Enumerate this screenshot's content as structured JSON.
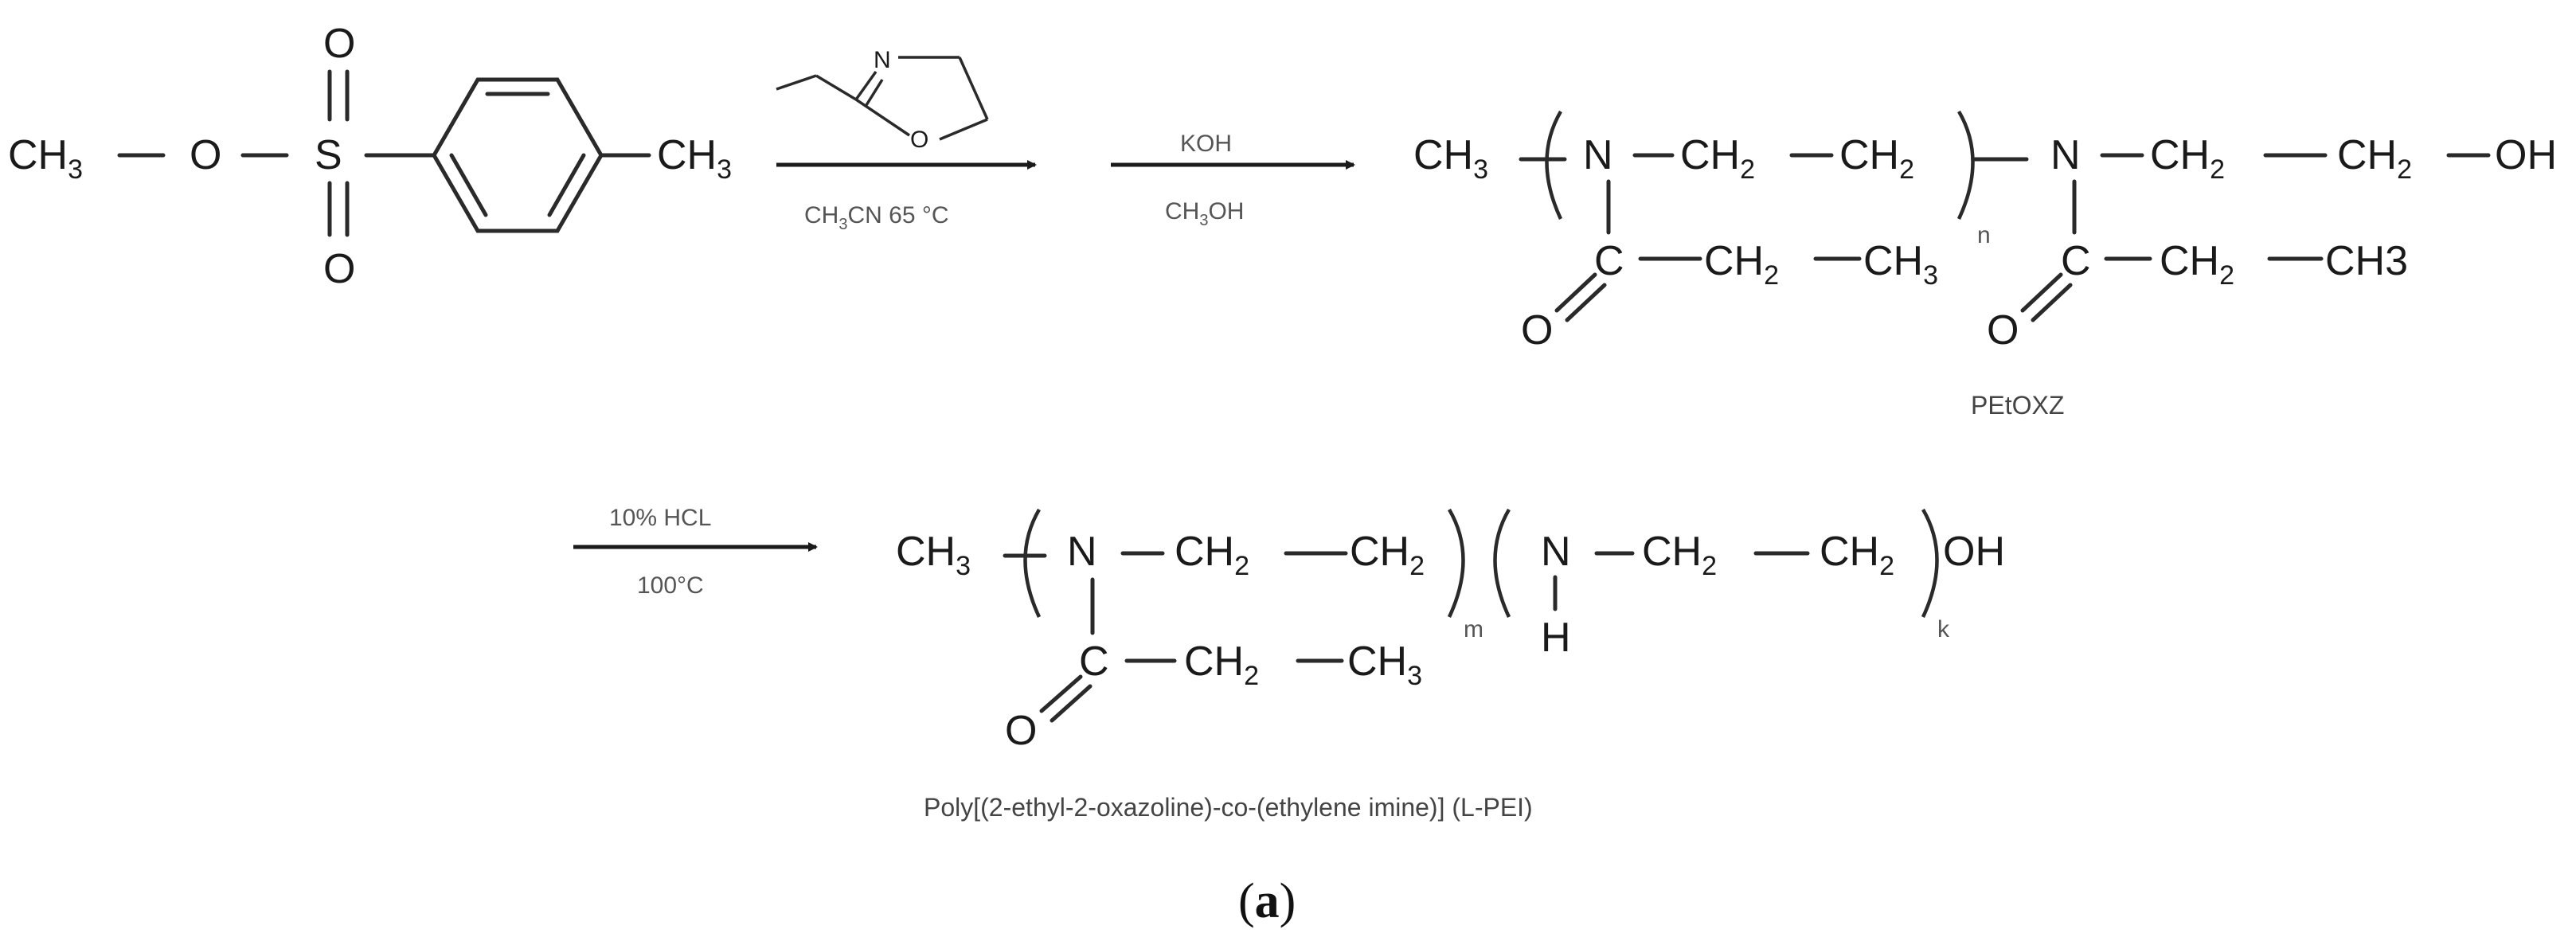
{
  "reagent_1": {
    "ch3_left": "CH",
    "ch3_left_sub": "3",
    "o_ester": "O",
    "s": "S",
    "o_top": "O",
    "o_bottom": "O",
    "ch3_right": "CH",
    "ch3_right_sub": "3"
  },
  "oxazoline": {
    "n": "N",
    "o": "O"
  },
  "step1": {
    "below_a": "CH",
    "below_sub": "3",
    "below_b": "CN 65 °C"
  },
  "step2": {
    "above": "KOH",
    "below_a": "CH",
    "below_sub": "3",
    "below_b": "OH"
  },
  "step3": {
    "above": "10% HCL",
    "below": "100°C"
  },
  "pet_oxz": {
    "ch3": "CH",
    "ch3_sub": "3",
    "n1": "N",
    "ch2_a": "CH",
    "ch2_a_sub": "2",
    "ch2_b": "CH",
    "ch2_b_sub": "2",
    "n2": "N",
    "ch2_c": "CH",
    "ch2_c_sub": "2",
    "ch2_d": "CH",
    "ch2_d_sub": "2",
    "oh": "OH",
    "c1": "C",
    "ch2_e": "CH",
    "ch2_e_sub": "2",
    "ch3_e": "CH",
    "ch3_e_sub": "3",
    "o1": "O",
    "c2": "C",
    "ch2_f": "CH",
    "ch2_f_sub": "2",
    "ch3_f": "CH3",
    "o2": "O",
    "repeat": "n",
    "label": "PEtOXZ"
  },
  "l_pei": {
    "ch3": "CH",
    "ch3_sub": "3",
    "n1": "N",
    "ch2_a": "CH",
    "ch2_a_sub": "2",
    "ch2_b": "CH",
    "ch2_b_sub": "2",
    "n2": "N",
    "h": "H",
    "ch2_c": "CH",
    "ch2_c_sub": "2",
    "ch2_d": "CH",
    "ch2_d_sub": "2",
    "oh": "OH",
    "c1": "C",
    "ch2_e": "CH",
    "ch2_e_sub": "2",
    "ch3_e": "CH",
    "ch3_e_sub": "3",
    "o1": "O",
    "repeat_m": "m",
    "repeat_k": "k",
    "label": "Poly[(2-ethyl-2-oxazoline)-co-(ethylene imine)] (L-PEI)"
  },
  "figure_label": {
    "open": "(",
    "letter": "a",
    "close": ")"
  }
}
